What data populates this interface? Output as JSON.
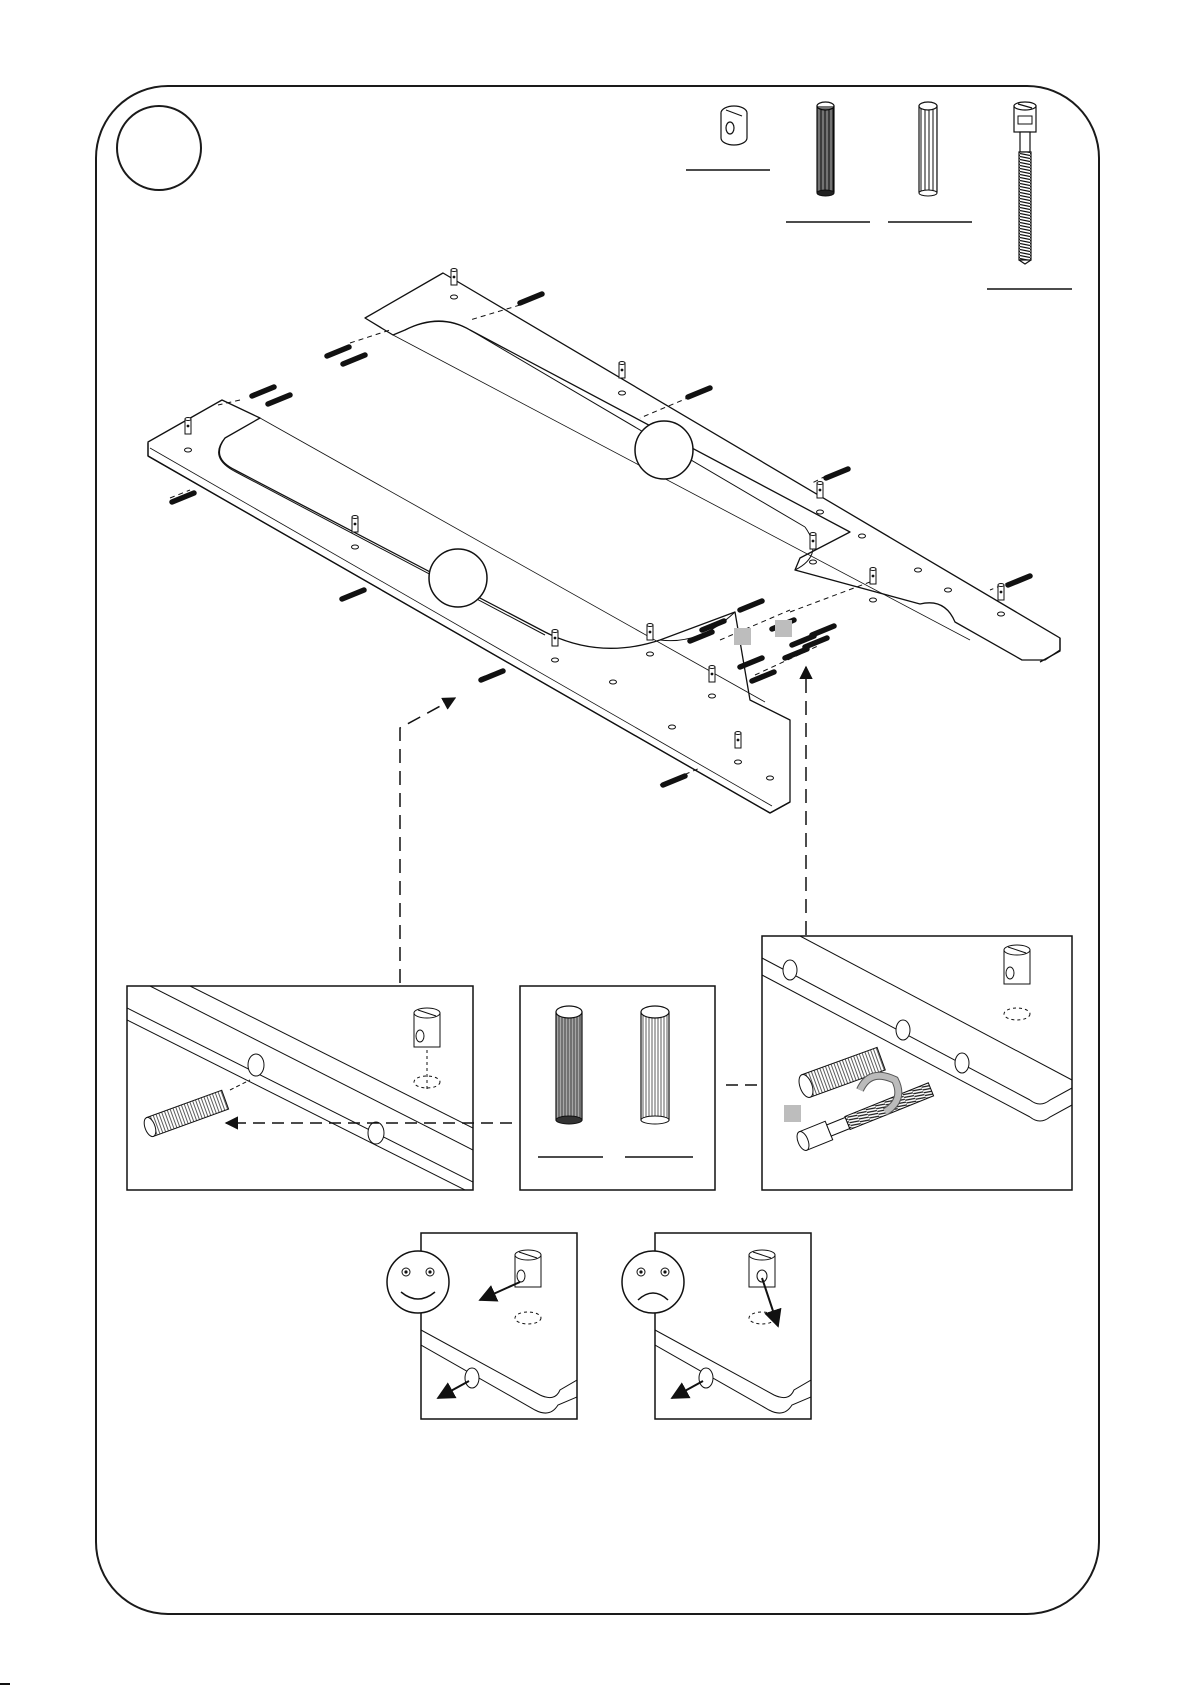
{
  "page": {
    "step_number": "",
    "frame_stroke": "#1a1a1a",
    "tag_fill": "#bdbdbd"
  },
  "parts": [
    {
      "name": "cam-bolt-nut",
      "quantity_label": ""
    },
    {
      "name": "dowel-dark",
      "quantity_label": ""
    },
    {
      "name": "dowel-light",
      "quantity_label": ""
    },
    {
      "name": "long-bolt",
      "quantity_label": ""
    }
  ],
  "callouts": {
    "dowel_detail_labels": [
      "",
      ""
    ],
    "frame_bubbles": [
      "",
      ""
    ]
  },
  "indicators": {
    "correct": "smiley-face-icon",
    "incorrect": "frowning-face-icon"
  }
}
